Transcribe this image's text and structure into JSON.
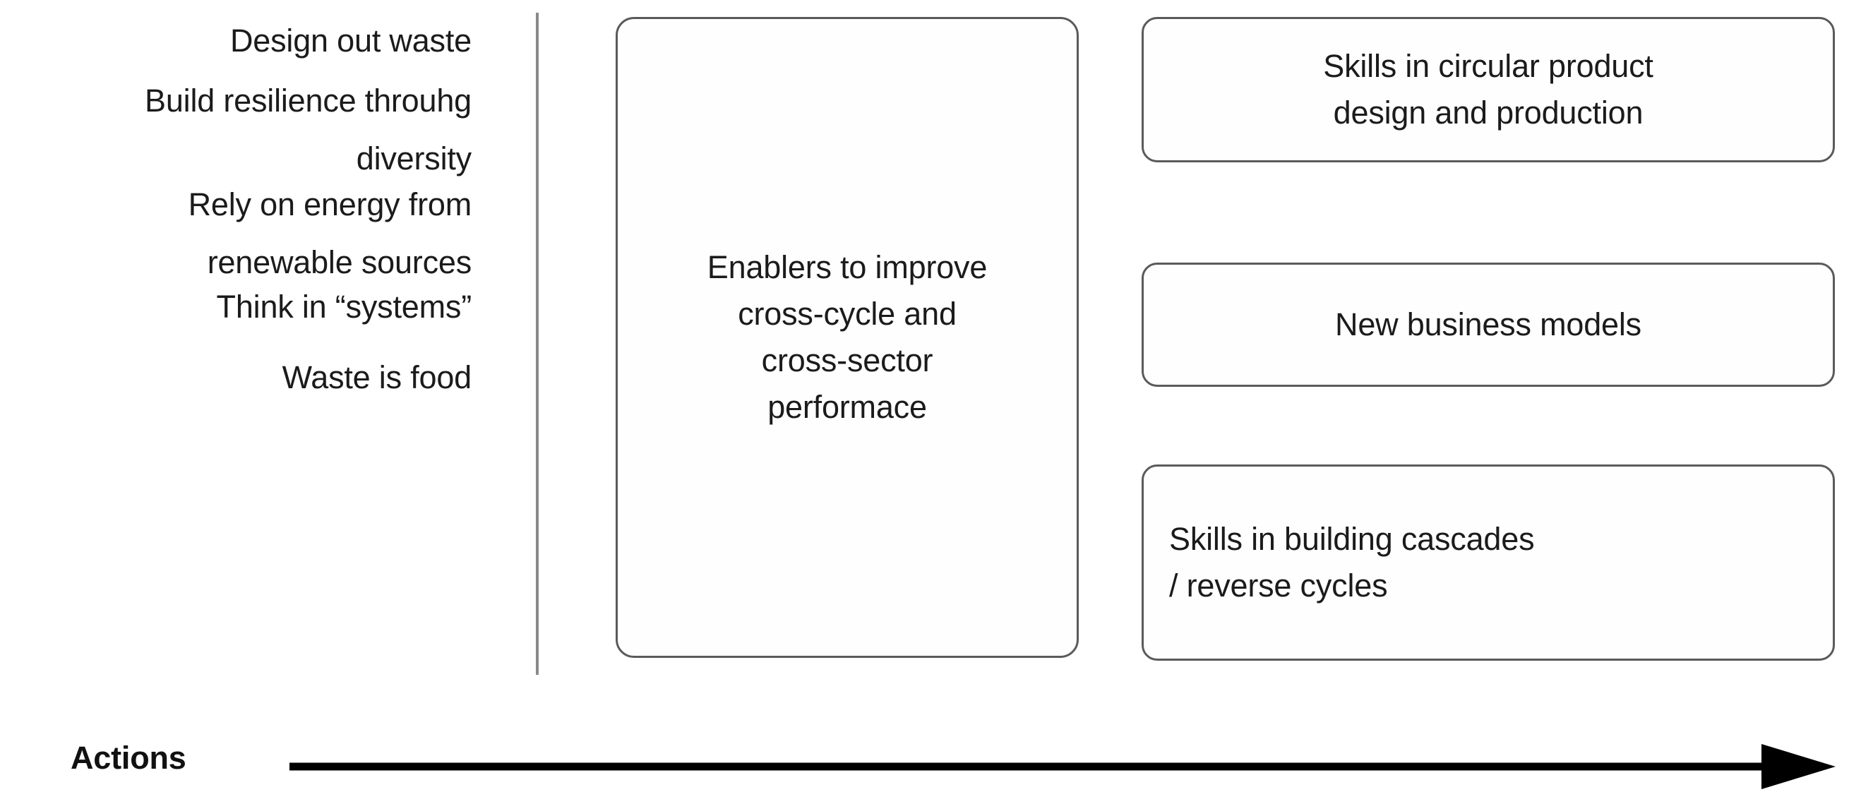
{
  "principles": {
    "section_name": "circular-economy-principles",
    "items": [
      "Design out waste",
      "Build resilience throuhg\ndiversity",
      "Rely on energy from\nrenewable sources",
      "Think in “systems”",
      "Waste is food"
    ]
  },
  "center_card": {
    "text": "Enablers to improve\ncross-cycle and\ncross-sector\nperformace"
  },
  "enablers": {
    "items": [
      {
        "text": "Skills in circular product\ndesign and production",
        "align": "center"
      },
      {
        "text": "New business models",
        "align": "center"
      },
      {
        "text": "Skills in building cascades\n/ reverse cycles",
        "align": "left"
      }
    ]
  },
  "axis": {
    "label": "Actions",
    "arrow_icon": "arrow-right-icon",
    "direction": "right"
  },
  "colors": {
    "text": "#1b1b1b",
    "border": "#5a5a5a",
    "divider": "#8a8a8a",
    "arrow": "#000000",
    "background": "#ffffff"
  }
}
